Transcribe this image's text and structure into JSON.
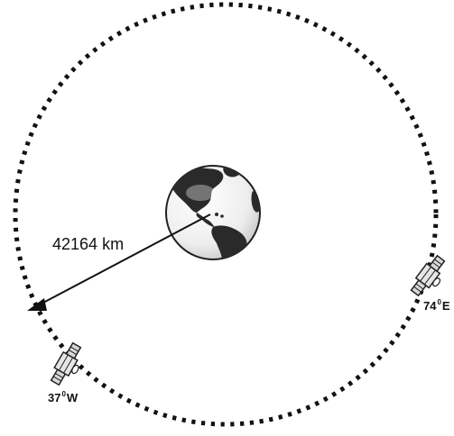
{
  "radius": {
    "value": "42164",
    "unit": "km"
  },
  "satellite_east": {
    "longitude": "74",
    "degree": "0",
    "hemisphere": "E"
  },
  "satellite_west": {
    "longitude": "37",
    "degree": "0",
    "hemisphere": "W"
  },
  "colors": {
    "orbit": "#111111",
    "ocean": "#f4f4f4",
    "land": "#2a2a2a",
    "satellite_body": "#d8d8d8",
    "satellite_line": "#222222"
  },
  "icons": {
    "earth": "earth-globe-icon",
    "satellite": "satellite-icon",
    "arrow": "arrowhead-icon"
  }
}
